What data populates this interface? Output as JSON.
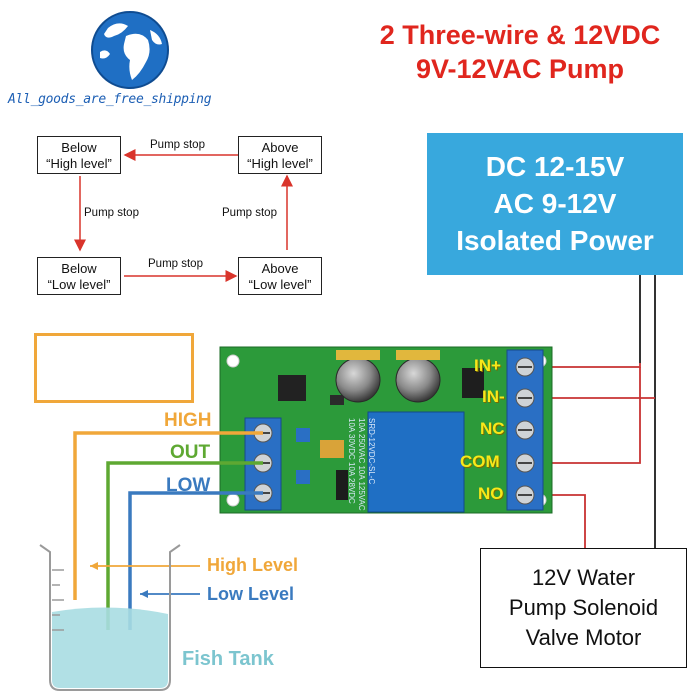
{
  "title": {
    "line1": "2 Three-wire & 12VDC",
    "line2": "9V-12VAC Pump"
  },
  "brand": {
    "text": "All_goods_are_free_shipping",
    "icon": "globe-icon"
  },
  "flow": {
    "boxes": {
      "below_high": [
        "Below",
        "“High level”"
      ],
      "above_high": [
        "Above",
        "“High level”"
      ],
      "below_low": [
        "Below",
        "“Low level”"
      ],
      "above_low": [
        "Above",
        "“Low level”"
      ]
    },
    "labels": {
      "top": "Pump stop",
      "left": "Pump stop",
      "right": "Pump stop",
      "bottom": "Pump stop"
    }
  },
  "power": {
    "lines": [
      "DC 12-15V",
      "AC 9-12V",
      "Isolated Power"
    ]
  },
  "pump": {
    "lines": [
      "12V Water",
      "Pump Solenoid",
      "Valve Motor"
    ]
  },
  "board": {
    "terminals": [
      "IN+",
      "IN-",
      "NC",
      "COM",
      "NO"
    ],
    "signals": [
      "HIGH",
      "OUT",
      "LOW"
    ],
    "relay_text": "SRD-12VDC-SL-C\n10A 250VAC 10A 125VAC\n10A 30VDC 10A 28VDC"
  },
  "tank": {
    "high_level": "High Level",
    "low_level": "Low Level",
    "label": "Fish Tank"
  },
  "colors": {
    "title_red": "#e0261e",
    "power_blue": "#38a8dd",
    "board_green": "#2c9a3a",
    "high_orange": "#f0a73a",
    "out_green": "#5ea832",
    "low_blue": "#3a7abf",
    "wire_red": "#c83232",
    "terminal_yellow": "#f7e81a",
    "water": "#a9dde2"
  }
}
